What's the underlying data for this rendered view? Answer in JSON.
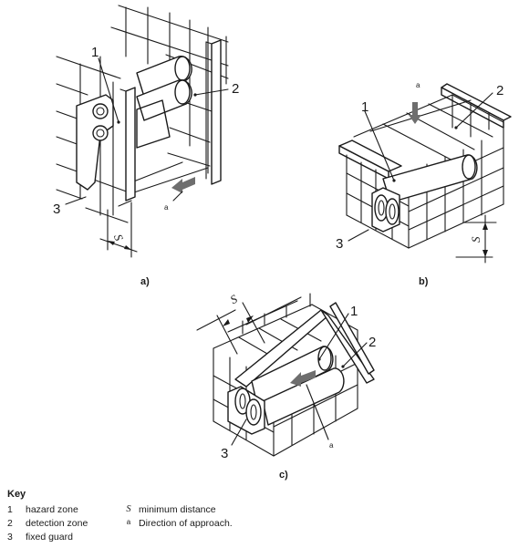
{
  "figure": {
    "panels": [
      {
        "id": "a",
        "caption": "a)",
        "callouts": [
          "1",
          "2",
          "3"
        ],
        "dim_label": "S",
        "arrow_label": "a"
      },
      {
        "id": "b",
        "caption": "b)",
        "callouts": [
          "1",
          "2",
          "3"
        ],
        "dim_label": "S",
        "arrow_label": "a"
      },
      {
        "id": "c",
        "caption": "c)",
        "callouts": [
          "1",
          "2",
          "3"
        ],
        "dim_label": "S",
        "arrow_label": "a"
      }
    ]
  },
  "key": {
    "title": "Key",
    "items": [
      {
        "num": "1",
        "text": "hazard zone"
      },
      {
        "num": "2",
        "text": "detection zone"
      },
      {
        "num": "3",
        "text": "fixed guard"
      }
    ],
    "symbols": [
      {
        "sym": "S",
        "text": "minimum distance"
      },
      {
        "sym": "a",
        "text": "Direction of approach."
      }
    ]
  }
}
